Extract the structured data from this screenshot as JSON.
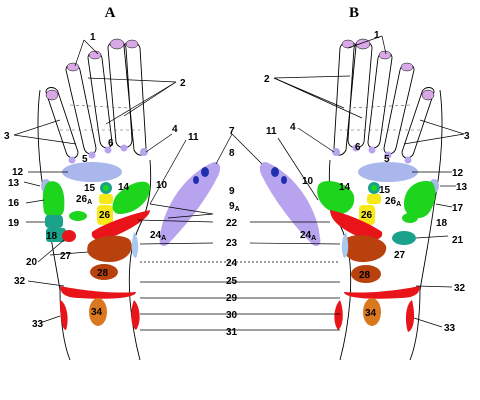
{
  "panels": {
    "left": "A",
    "right": "B"
  },
  "colors": {
    "toe": "#d9a8e6",
    "lilac": "#b8a3ee",
    "lilac_dark": "#9a86e0",
    "blue": "#1f2fb0",
    "green": "#1ed51e",
    "teal": "#1aa38a",
    "yellow": "#f7e81a",
    "red": "#e8141a",
    "brown": "#b8410e",
    "orange": "#d9781e",
    "lightblue": "#a8c8f0",
    "periwinkle": "#a9b7ec"
  },
  "labels_center": {
    "l1": "1",
    "l2": "2",
    "l3": "3",
    "l4": "4",
    "l5": "5",
    "l6": "6",
    "l7": "7",
    "l8": "8",
    "l9": "9",
    "l9a": "9",
    "l9a_sub": "A",
    "l10": "10",
    "l11": "11",
    "l22": "22",
    "l23": "23",
    "l24": "24",
    "l25": "25",
    "l29": "29",
    "l30": "30",
    "l31": "31"
  },
  "labels_left": {
    "l3": "3",
    "l4": "4",
    "l5": "5",
    "l6": "6",
    "l10": "10",
    "l11": "11",
    "l12": "12",
    "l13": "13",
    "l14": "14",
    "l15": "15",
    "l16": "16",
    "l18": "18",
    "l19": "19",
    "l20": "20",
    "l26": "26",
    "l26a": "26",
    "l26a_sub": "A",
    "l27": "27",
    "l28": "28",
    "l24a": "24",
    "l24a_sub": "A",
    "l32": "32",
    "l33": "33",
    "l34": "34"
  },
  "labels_right": {
    "l1": "1",
    "l2": "2",
    "l3": "3",
    "l4": "4",
    "l5": "5",
    "l6": "6",
    "l10": "10",
    "l11": "11",
    "l12": "12",
    "l13": "13",
    "l14": "14",
    "l15": "15",
    "l17": "17",
    "l18": "18",
    "l21": "21",
    "l26": "26",
    "l26a": "26",
    "l26a_sub": "A",
    "l27": "27",
    "l28": "28",
    "l24a": "24",
    "l24a_sub": "A",
    "l32": "32",
    "l33": "33",
    "l34": "34"
  }
}
